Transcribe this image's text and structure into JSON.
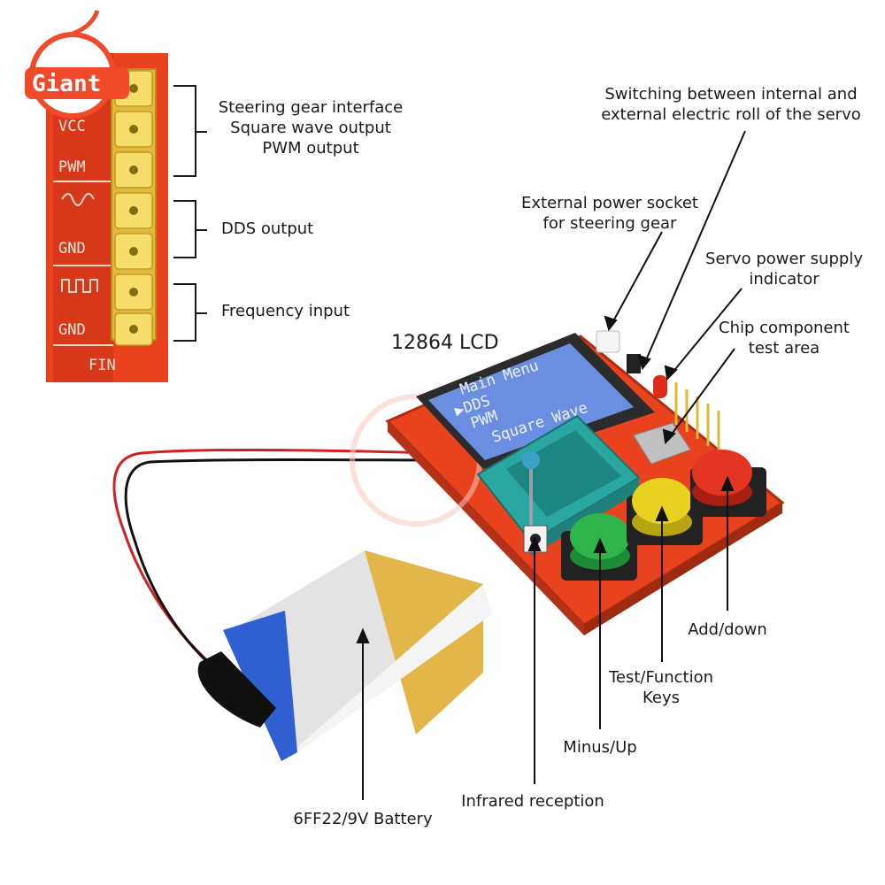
{
  "brand": {
    "logo_text": "Giant"
  },
  "header_pins": {
    "silkscreen": [
      "VCC",
      "PWM",
      "GND",
      "GND",
      "FIN"
    ]
  },
  "pin_groups": {
    "servo_lines": [
      "Steering gear interface",
      "Square wave output",
      "PWM output"
    ],
    "dds": "DDS output",
    "frequency": "Frequency input"
  },
  "lcd": {
    "title": "12864 LCD",
    "screen_lines": [
      "Main Menu",
      "▶DDS",
      "PWM",
      "Square Wave"
    ]
  },
  "callouts": {
    "switching": [
      "Switching between internal and",
      "external electric roll of the servo"
    ],
    "external_power": [
      "External power socket",
      "for steering gear"
    ],
    "servo_indicator": [
      "Servo power supply",
      "indicator"
    ],
    "chip_test": [
      "Chip component",
      "test area"
    ],
    "add_down": "Add/down",
    "test_function": [
      "Test/Function",
      "Keys"
    ],
    "minus_up": "Minus/Up",
    "infrared": "Infrared reception",
    "battery": "6FF22/9V Battery"
  },
  "colors": {
    "pcb": "#e8421e",
    "pcb_dark": "#c42f12",
    "pin_gold": "#f2d14a",
    "lcd_blue": "#6b8fe0",
    "btn_green": "#2fb64a",
    "btn_yellow": "#e8d21f",
    "btn_red": "#e33421",
    "zif_teal": "#2aa7a1",
    "battery_gold": "#e3b64a",
    "battery_blue": "#2f5fd0"
  }
}
